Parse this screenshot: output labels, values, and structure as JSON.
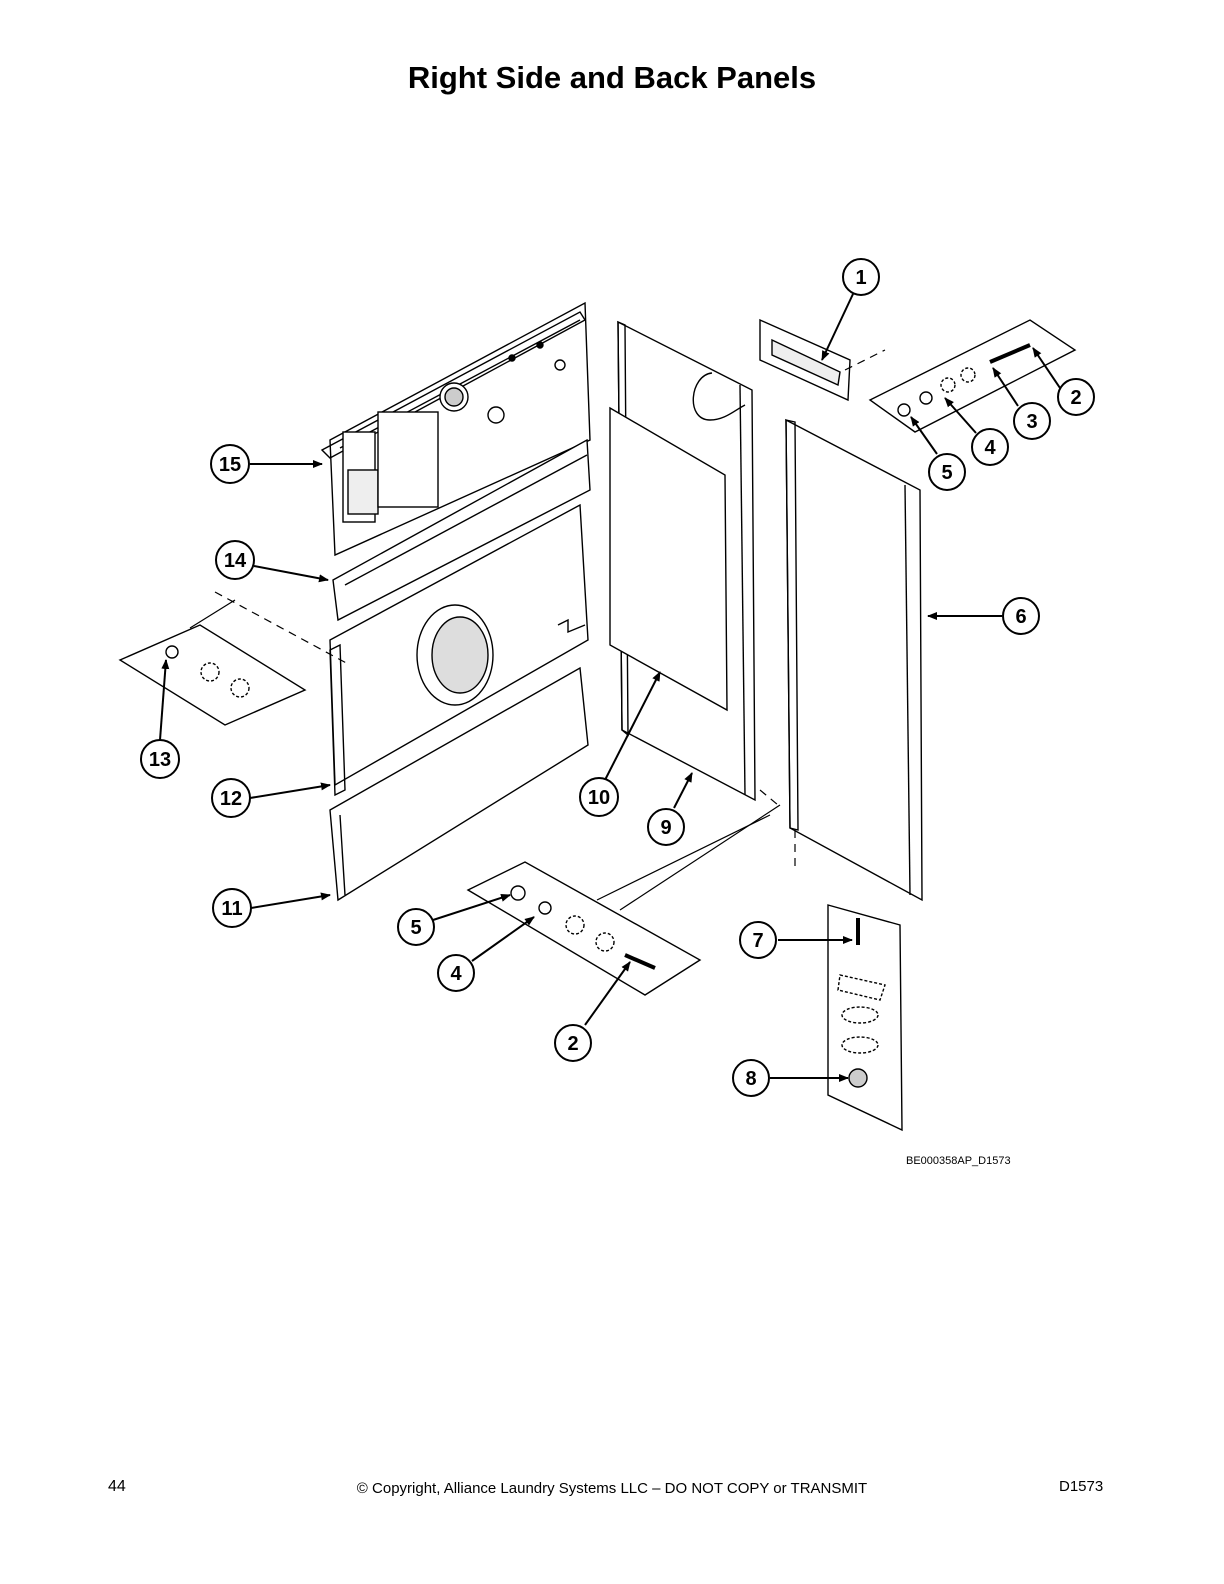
{
  "page": {
    "title": "Right Side and Back Panels",
    "page_number": "44",
    "copyright": "© Copyright, Alliance Laundry Systems LLC – DO NOT COPY or TRANSMIT",
    "document_code": "D1573"
  },
  "figure": {
    "figure_id": "BE000358AP_D1573",
    "callouts": [
      {
        "label": "1"
      },
      {
        "label": "2"
      },
      {
        "label": "3"
      },
      {
        "label": "4"
      },
      {
        "label": "5"
      },
      {
        "label": "15"
      },
      {
        "label": "14"
      },
      {
        "label": "6"
      },
      {
        "label": "13"
      },
      {
        "label": "12"
      },
      {
        "label": "10"
      },
      {
        "label": "9"
      },
      {
        "label": "11"
      },
      {
        "label": "5"
      },
      {
        "label": "4"
      },
      {
        "label": "7"
      },
      {
        "label": "2"
      },
      {
        "label": "8"
      }
    ]
  }
}
